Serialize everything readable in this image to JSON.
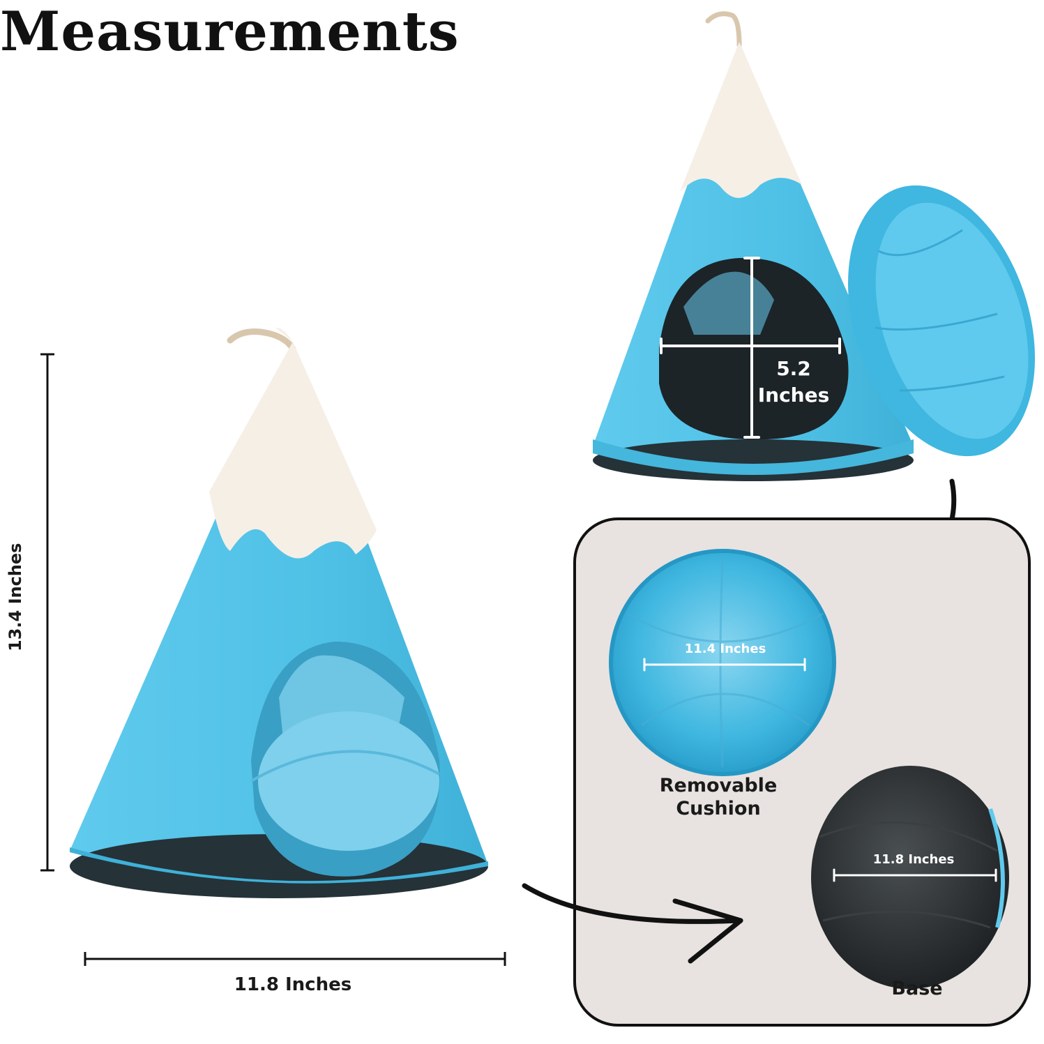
{
  "title": "Measurements",
  "dimensions": {
    "height": "13.4 Inches",
    "width": "11.8 Inches",
    "opening_number": "5.2",
    "opening_unit": "Inches",
    "cushion": "11.4 Inches",
    "base": "11.8 Inches"
  },
  "captions": {
    "cushion_line1": "Removable",
    "cushion_line2": "Cushion",
    "base": "Base"
  },
  "colors": {
    "fabric_blue": "#4fc1e6",
    "snow_cap": "#f6efe6",
    "panel_bg": "#e8e3e0",
    "base_black": "#2a2e30"
  }
}
